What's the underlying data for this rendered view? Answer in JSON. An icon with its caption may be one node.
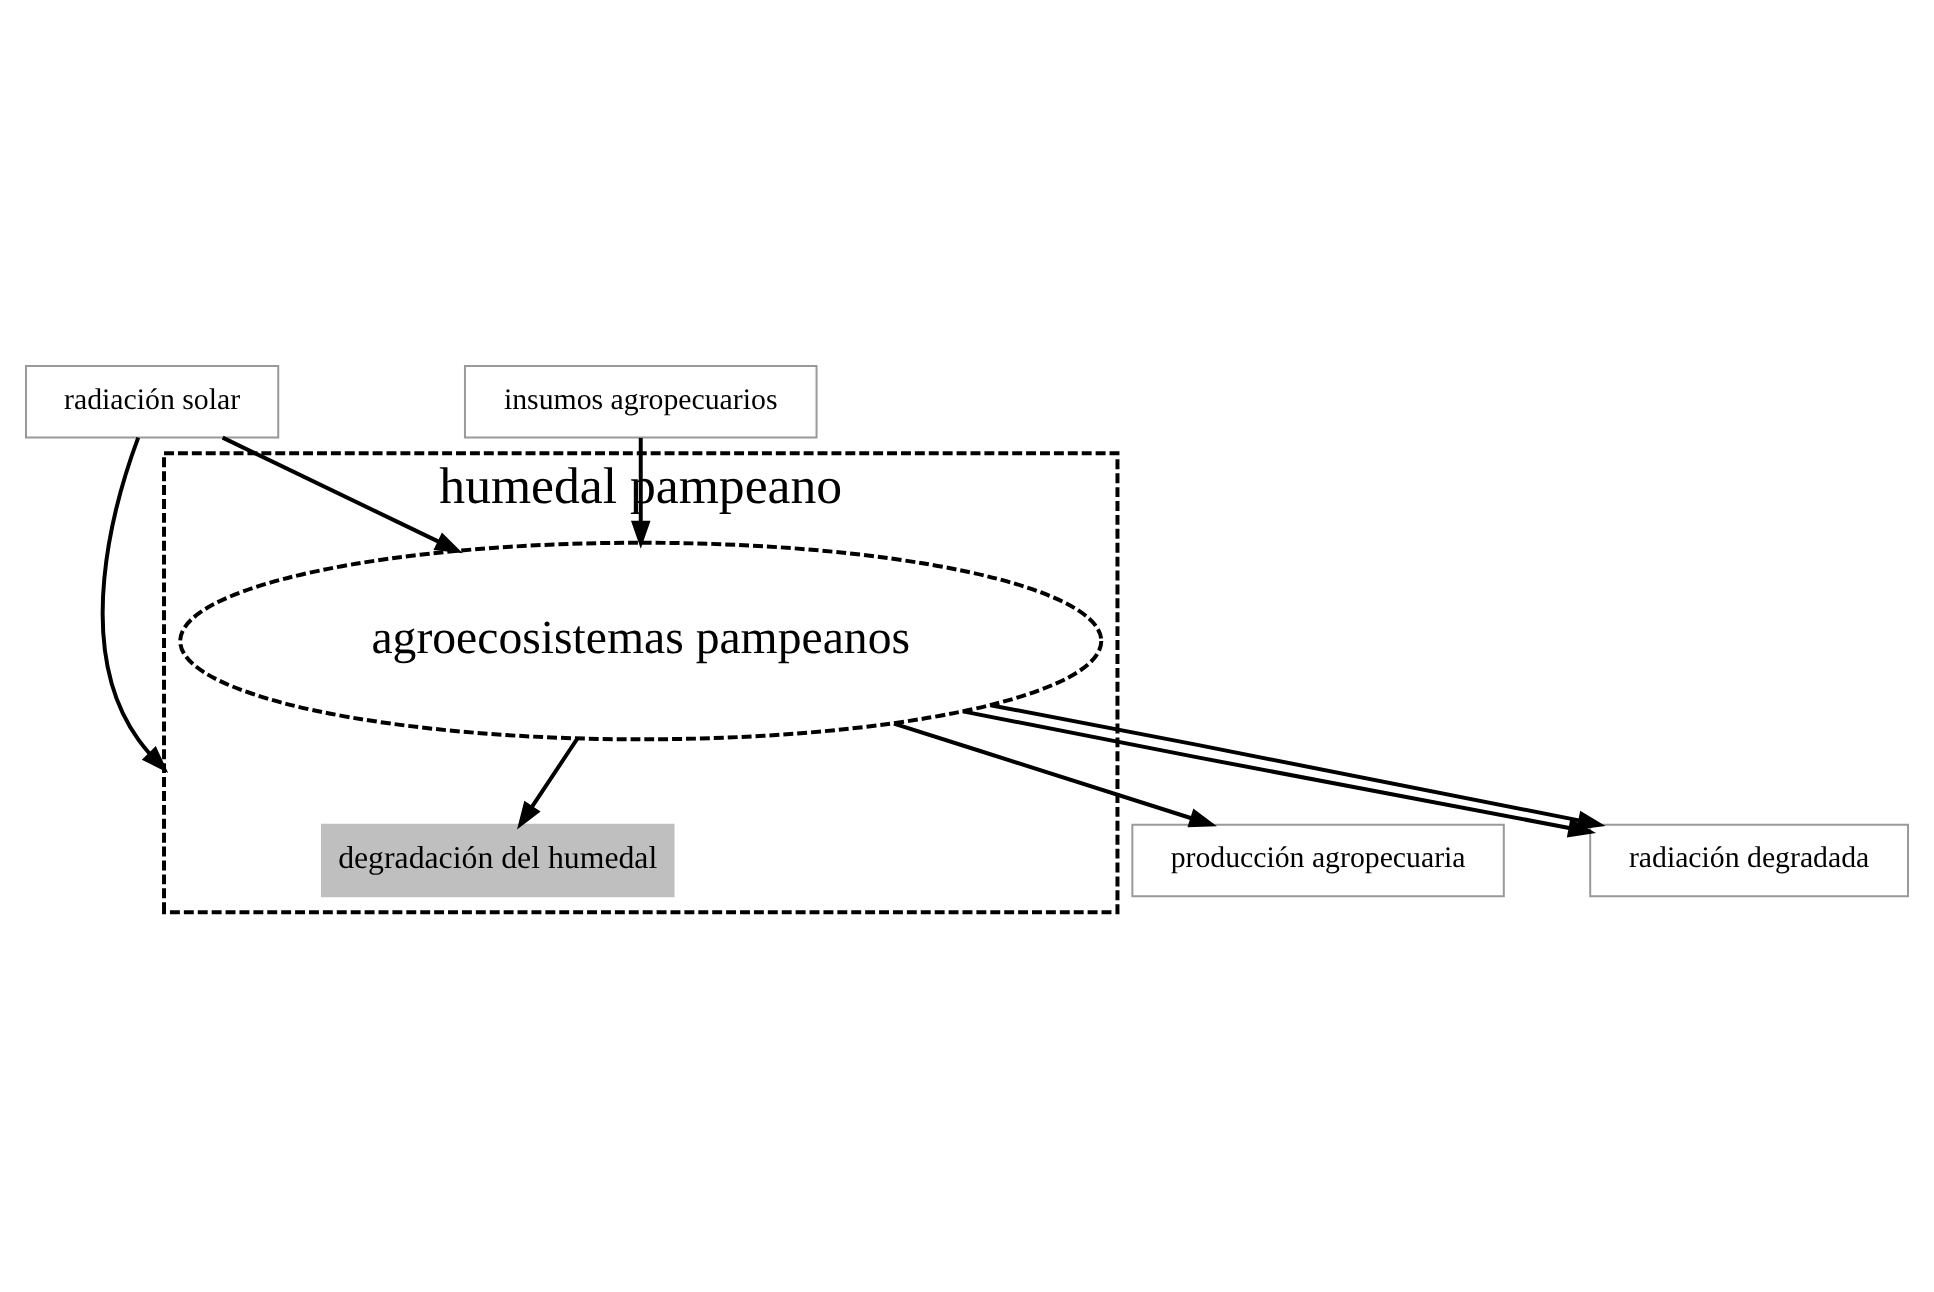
{
  "diagram": {
    "nodes": [
      {
        "text": [
          "insumos agropecuarios"
        ]
      },
      {
        "text": [
          "radiación solar"
        ]
      },
      {
        "text": [
          "humedal pampeano"
        ]
      },
      {
        "text": [
          "degradación del humedal"
        ],
        "in": 2
      },
      {
        "text": [
          "agroecosistemas pampeanos"
        ],
        "in": 2
      },
      {
        "text": [
          "producción agropecuaria"
        ]
      },
      {
        "text": [
          "radiación degradada"
        ]
      }
    ],
    "edges": [
      {
        "from": 0,
        "to": 4,
        "arrow": "to"
      },
      {
        "from": 1,
        "to": 2,
        "arrow": "to"
      },
      {
        "from": 1,
        "to": 4,
        "arrow": "to"
      },
      {
        "from": 4,
        "to": 3,
        "arrow": "to"
      },
      {
        "from": 4,
        "to": 5,
        "arrow": "to"
      },
      {
        "from": 4,
        "to": 6,
        "arrow": "to"
      },
      {
        "from": 4,
        "to": 6,
        "arrow": "to"
      }
    ]
  }
}
